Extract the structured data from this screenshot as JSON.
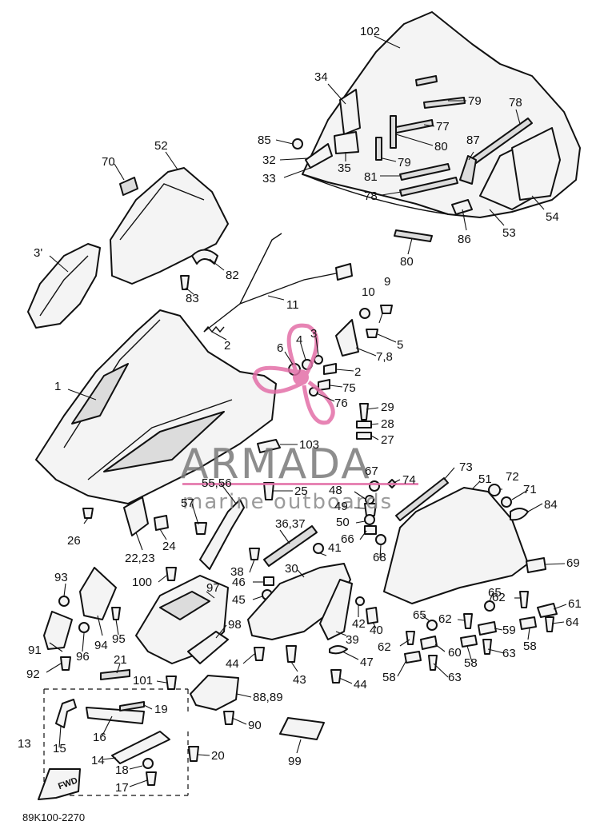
{
  "diagram": {
    "code": "89K100-2270",
    "watermark": {
      "brand": "ARMADA",
      "tagline": "marine outboards",
      "color": "#e36fa8"
    },
    "fwd_label": "FWD",
    "callouts": {
      "c102": "102",
      "c34": "34",
      "c85": "85",
      "c32": "32",
      "c33": "33",
      "c35": "35",
      "c79a": "79",
      "c77": "77",
      "c80a": "80",
      "c79b": "79",
      "c81": "81",
      "c78a": "78",
      "c78b": "78",
      "c87": "87",
      "c86": "86",
      "c53": "53",
      "c54": "54",
      "c80b": "80",
      "c70": "70",
      "c52": "52",
      "c3": "3'",
      "c82": "82",
      "c83": "83",
      "c11": "11",
      "c2a": "2",
      "c10": "10",
      "c9": "9",
      "c5": "5",
      "c78c": "7,8",
      "c1": "1",
      "c6": "6",
      "c4": "4",
      "c3b": "3",
      "c2b": "2",
      "c75": "75",
      "c76": "76",
      "c29": "29",
      "c28": "28",
      "c27": "27",
      "c103": "103",
      "c67": "67",
      "c73": "73",
      "c51": "51",
      "c72": "72",
      "c71": "71",
      "c84": "84",
      "c74": "74",
      "c48": "48",
      "c49": "49",
      "c50": "50",
      "c66": "66",
      "c68": "68",
      "c5556": "55,56",
      "c25": "25",
      "c57": "57",
      "c3637": "36,37",
      "c41": "41",
      "c38": "38",
      "c30": "30",
      "c46": "46",
      "c45": "45",
      "c26": "26",
      "c2223": "22,23",
      "c24": "24",
      "c93": "93",
      "c100": "100",
      "c97": "97",
      "c69": "69",
      "c65a": "65",
      "c62a": "62",
      "c61": "61",
      "c64": "64",
      "c42": "42",
      "c40": "40",
      "c65b": "65",
      "c62b": "62",
      "c59": "59",
      "c58a": "58",
      "c60": "60",
      "c58b": "58",
      "c63a": "63",
      "c91": "91",
      "c94": "94",
      "c95": "95",
      "c96": "96",
      "c98": "98",
      "c39": "39",
      "c47": "47",
      "c44a": "44",
      "c43": "43",
      "c44b": "44",
      "c62c": "62",
      "c58c": "58",
      "c63b": "63",
      "c92": "92",
      "c21": "21",
      "c101": "101",
      "c8889": "88,89",
      "c90": "90",
      "c13": "13",
      "c15": "15",
      "c19": "19",
      "c16": "16",
      "c14": "14",
      "c20": "20",
      "c18": "18",
      "c17": "17",
      "c99": "99"
    }
  }
}
